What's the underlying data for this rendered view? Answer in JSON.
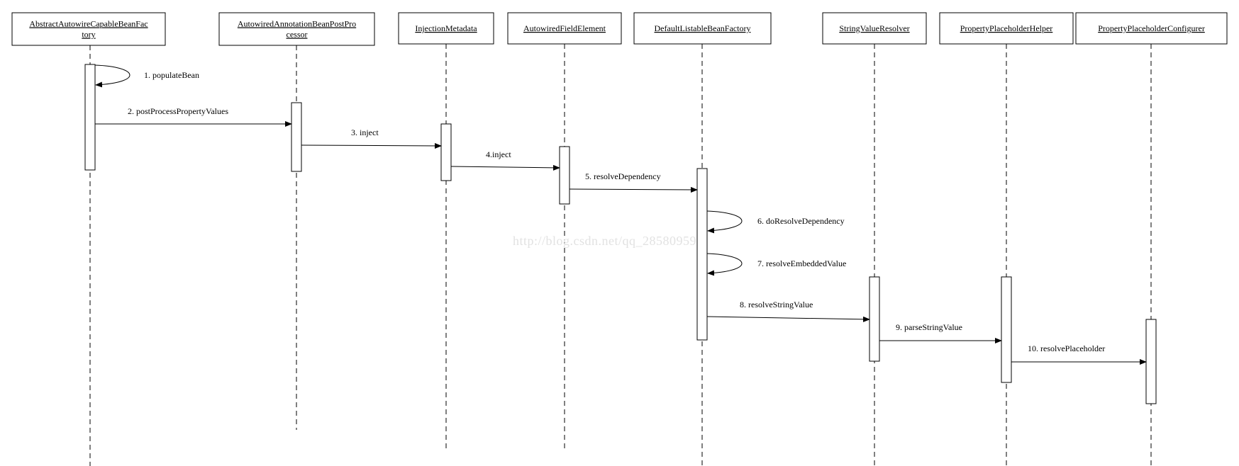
{
  "diagram": {
    "participants": [
      {
        "id": "p1",
        "lines": [
          "AbstractAutowireCapableBeanFac",
          "tory"
        ]
      },
      {
        "id": "p2",
        "lines": [
          "AutowiredAnnotationBeanPostPro",
          "cessor"
        ]
      },
      {
        "id": "p3",
        "lines": [
          "InjectionMetadata"
        ]
      },
      {
        "id": "p4",
        "lines": [
          "AutowiredFieldElement"
        ]
      },
      {
        "id": "p5",
        "lines": [
          "DefaultListableBeanFactory"
        ]
      },
      {
        "id": "p6",
        "lines": [
          "StringValueResolver"
        ]
      },
      {
        "id": "p7",
        "lines": [
          "PropertyPlaceholderHelper"
        ]
      },
      {
        "id": "p8",
        "lines": [
          "PropertyPlaceholderConfigurer"
        ]
      }
    ],
    "messages": [
      {
        "from": "p1",
        "to": "p1",
        "label": "1.  populateBean"
      },
      {
        "from": "p1",
        "to": "p2",
        "label": "2.  postProcessPropertyValues"
      },
      {
        "from": "p2",
        "to": "p3",
        "label": "3.  inject"
      },
      {
        "from": "p3",
        "to": "p4",
        "label": "4.inject"
      },
      {
        "from": "p4",
        "to": "p5",
        "label": "5.  resolveDependency"
      },
      {
        "from": "p5",
        "to": "p5",
        "label": "6.  doResolveDependency"
      },
      {
        "from": "p5",
        "to": "p5",
        "label": "7.  resolveEmbeddedValue"
      },
      {
        "from": "p5",
        "to": "p6",
        "label": "8.  resolveStringValue"
      },
      {
        "from": "p6",
        "to": "p7",
        "label": "9.  parseStringValue"
      },
      {
        "from": "p7",
        "to": "p8",
        "label": "10.  resolvePlaceholder"
      }
    ],
    "watermark": "http://blog.csdn.net/qq_28580959"
  }
}
